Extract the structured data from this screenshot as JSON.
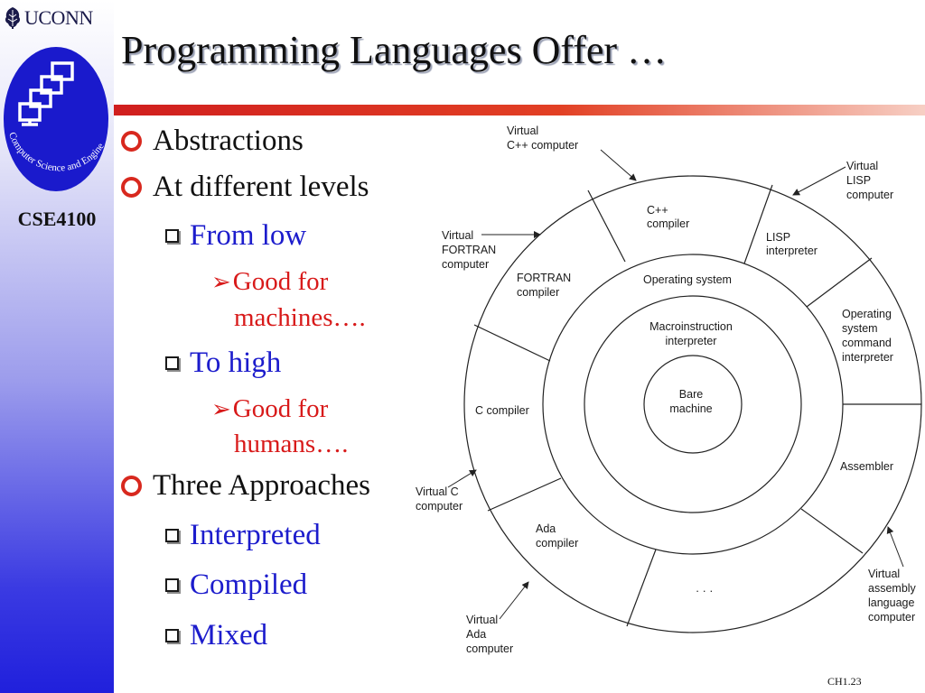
{
  "header": {
    "brand": "UCONN",
    "logo_text": "Computer Science and Engineering",
    "course": "CSE4100"
  },
  "slide": {
    "title": "Programming Languages Offer …",
    "bullets": {
      "abstractions": "Abstractions",
      "levels": "At different levels",
      "from_low": "From low",
      "good_machines_1": "Good for",
      "good_machines_2": "machines….",
      "to_high": "To high",
      "good_humans_1": "Good for",
      "good_humans_2": "humans….",
      "three": "Three Approaches",
      "interpreted": "Interpreted",
      "compiled": "Compiled",
      "mixed": "Mixed"
    },
    "footer": "CH1.23"
  },
  "diagram": {
    "outer_ring": {
      "cpp": [
        "C++",
        "compiler"
      ],
      "lisp": [
        "LISP",
        "interpreter"
      ],
      "os_cmd": [
        "Operating",
        "system",
        "command",
        "interpreter"
      ],
      "assembler": [
        "Assembler"
      ],
      "dots": [
        "· · ·"
      ],
      "ada": [
        "Ada",
        "compiler"
      ],
      "c": [
        "C compiler"
      ],
      "fortran": [
        "FORTRAN",
        "compiler"
      ]
    },
    "middle_ring": {
      "os": "Operating system"
    },
    "inner_ring": [
      "Macroinstruction",
      "interpreter"
    ],
    "core": [
      "Bare",
      "machine"
    ],
    "virtual": {
      "cpp": [
        "Virtual",
        "C++ computer"
      ],
      "lisp": [
        "Virtual",
        "LISP",
        "computer"
      ],
      "fortran": [
        "Virtual",
        "FORTRAN",
        "computer"
      ],
      "c": [
        "Virtual C",
        "computer"
      ],
      "asm": [
        "Virtual",
        "assembly",
        "language",
        "computer"
      ],
      "ada": [
        "Virtual",
        "Ada",
        "computer"
      ]
    }
  }
}
